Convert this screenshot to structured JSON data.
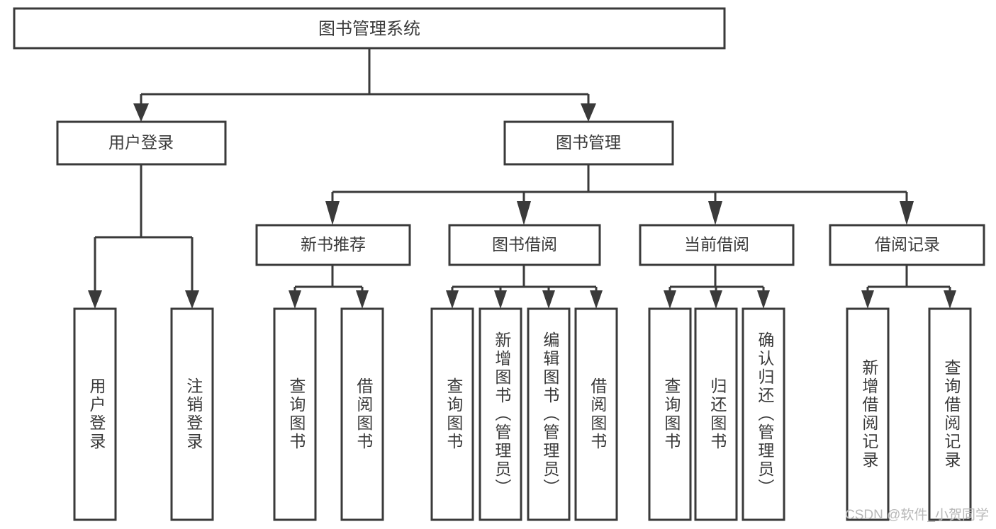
{
  "diagram": {
    "title": "图书管理系统",
    "type": "tree-hierarchy-diagram",
    "watermark": "CSDN @软件_小贺同学",
    "colors": {
      "stroke": "#3a3a3a",
      "fill": "#ffffff",
      "background": "#ffffff",
      "watermark": "#b8b8b8"
    },
    "nodes": {
      "root": {
        "label": "图书管理系统"
      },
      "level2": [
        {
          "label": "用户登录"
        },
        {
          "label": "图书管理"
        }
      ],
      "level3": [
        {
          "label": "新书推荐"
        },
        {
          "label": "图书借阅"
        },
        {
          "label": "当前借阅"
        },
        {
          "label": "借阅记录"
        }
      ],
      "leaves_user_login": [
        {
          "label": "用户登录"
        },
        {
          "label": "注销登录"
        }
      ],
      "leaves_new_book": [
        {
          "label": "查询图书"
        },
        {
          "label": "借阅图书"
        }
      ],
      "leaves_borrow": [
        {
          "label": "查询图书"
        },
        {
          "label": "新增图书（管理员）"
        },
        {
          "label": "编辑图书（管理员）"
        },
        {
          "label": "借阅图书"
        }
      ],
      "leaves_current": [
        {
          "label": "查询图书"
        },
        {
          "label": "归还图书"
        },
        {
          "label": "确认归还（管理员）"
        }
      ],
      "leaves_record": [
        {
          "label": "新增借阅记录"
        },
        {
          "label": "查询借阅记录"
        }
      ]
    }
  }
}
